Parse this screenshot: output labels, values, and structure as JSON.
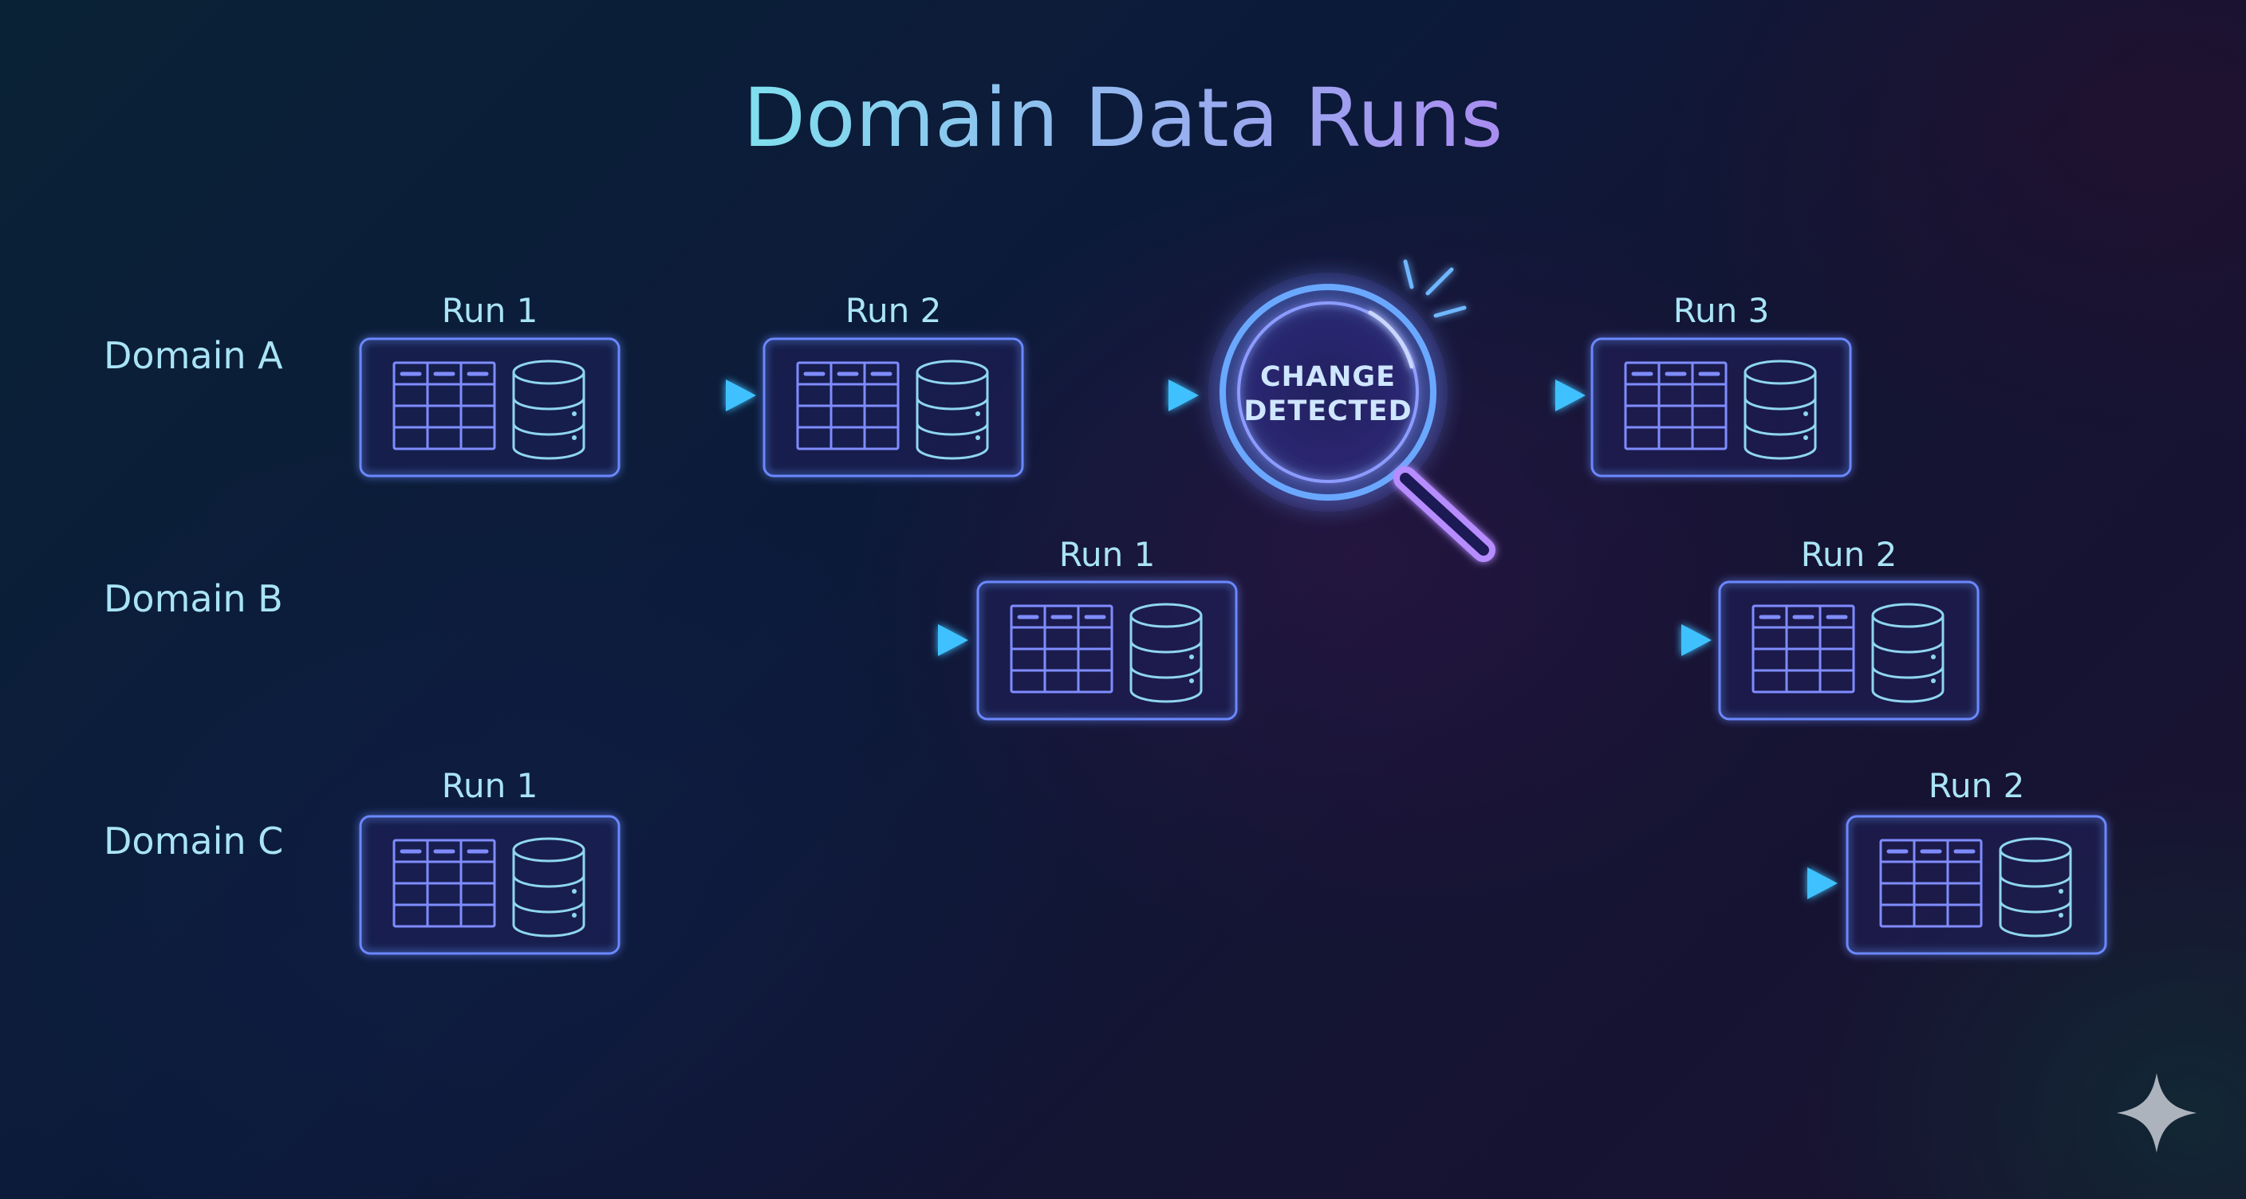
{
  "title": "Domain Data Runs",
  "domains": {
    "a": {
      "label": "Domain A",
      "runs": [
        "Run 1",
        "Run 2",
        "Run 3"
      ],
      "change": [
        "CHANGE",
        "DETECTED"
      ]
    },
    "b": {
      "label": "Domain B",
      "runs": [
        "Run 1",
        "Run 2"
      ]
    },
    "c": {
      "label": "Domain C",
      "runs": [
        "Run 1",
        "Run 2"
      ]
    }
  },
  "icons": {
    "table": "table-icon",
    "database": "database-icon",
    "magnifier": "magnifying-glass-icon",
    "sparkle": "sparkle-icon"
  },
  "colors": {
    "line": "#4f86ff",
    "arrow": "#3fc1ff",
    "box_border": "#6b88ff",
    "label": "#a9e4f6",
    "title_start": "#7fe0ee",
    "title_end": "#a98cf0",
    "highlight": "#b68cff"
  }
}
